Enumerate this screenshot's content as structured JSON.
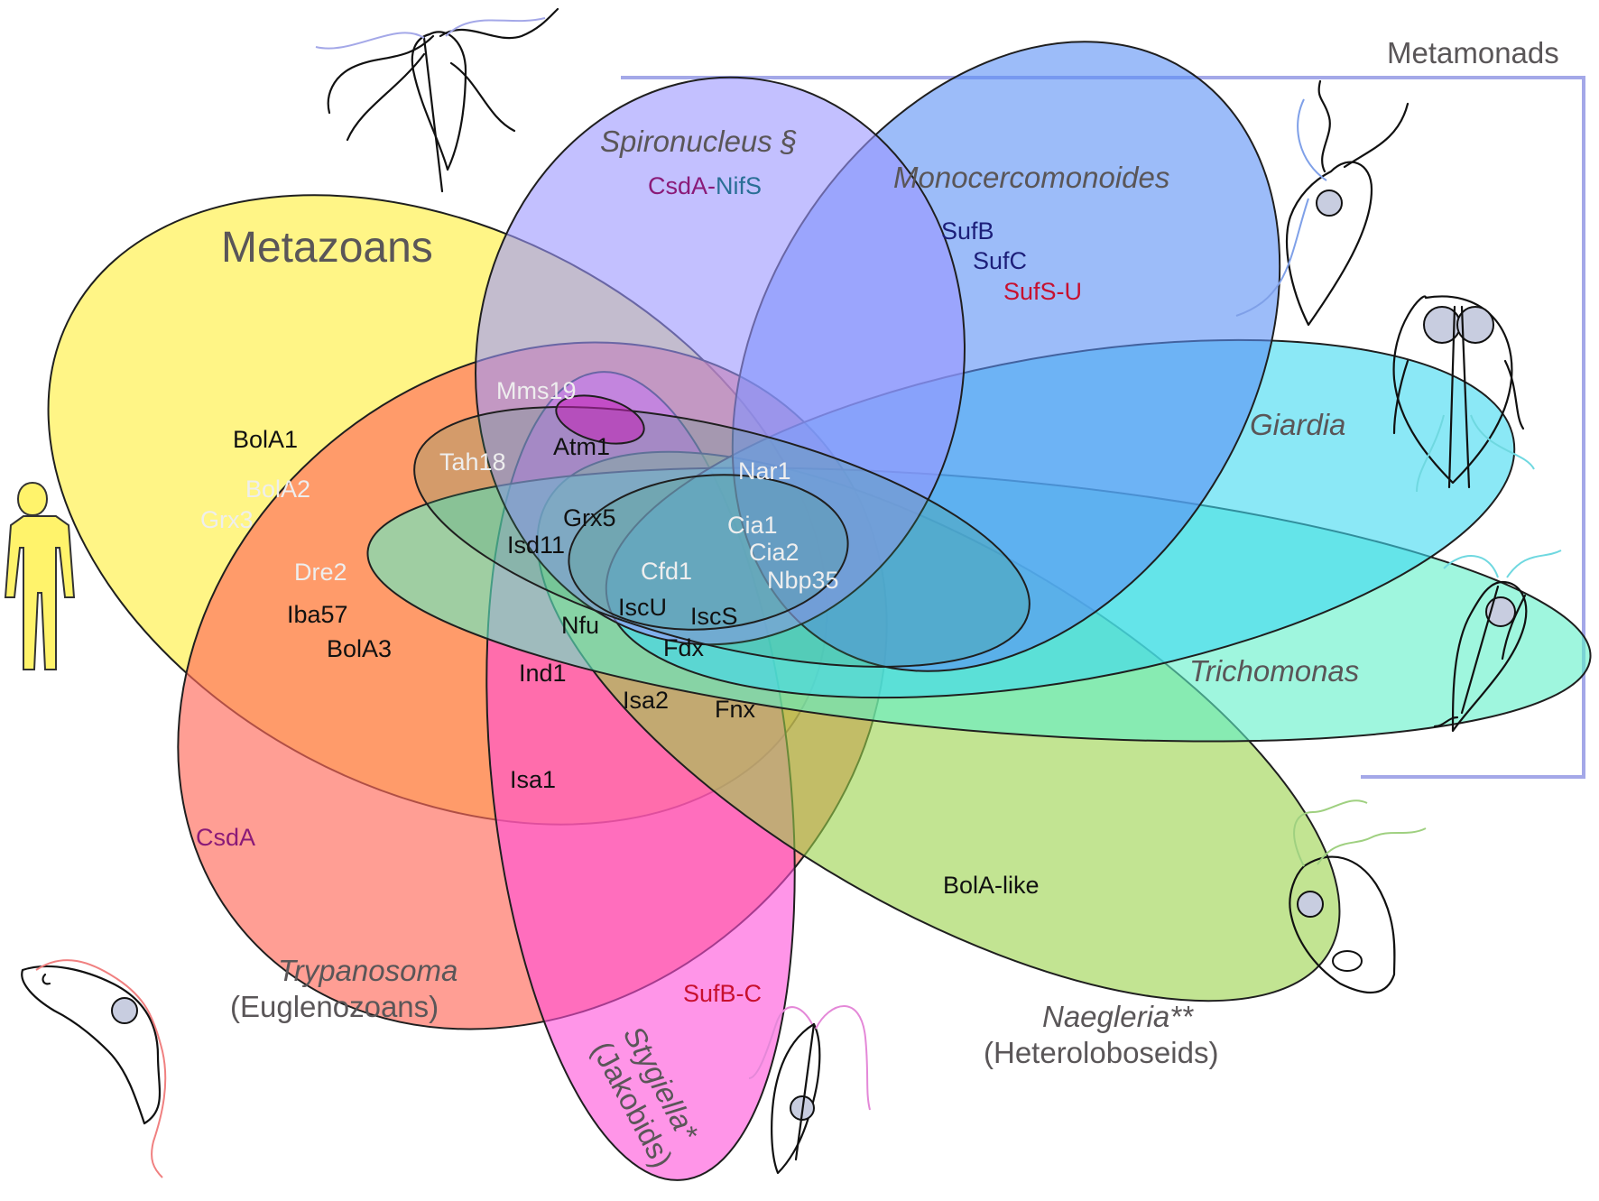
{
  "colors": {
    "metazoans": "#fff36b",
    "trypanosoma": "#ff6a5a",
    "stygiella": "#ff4fd8",
    "naegleria": "#9ad24a",
    "trichomonas": "#5ff0c8",
    "giardia": "#3ed8f0",
    "monocercomonoides": "#5a8ff5",
    "spironucleus": "#9b96ff",
    "core": "#3a9b6e",
    "gene_dark": "#111111",
    "gene_light": "#eeeeee",
    "gene_purple": "#8a1a78",
    "gene_red": "#c8102e",
    "gene_navy": "#1d1f7a",
    "gene_teal": "#2a6f96",
    "metamonads_bracket": "#a4a8e8"
  },
  "groups": {
    "metazoans": "Metazoans",
    "spironucleus": "Spironucleus §",
    "monocercomonoides": "Monocercomonoides",
    "giardia": "Giardia",
    "trichomonas": "Trichomonas",
    "trypanosoma_name": "Trypanosoma",
    "trypanosoma_clade": "(Euglenozoans)",
    "stygiella_name": "Stygiella*",
    "stygiella_clade": "(Jakobids)",
    "naegleria_name": "Naegleria**",
    "naegleria_clade": "(Heteroloboseids)",
    "metamonads": "Metamonads"
  },
  "genes": {
    "csda_part": "CsdA",
    "dash": "-",
    "nifs_part": "NifS",
    "sufb": "SufB",
    "sufc": "SufC",
    "sufs_u": "SufS-U",
    "mms19": "Mms19",
    "tah18": "Tah18",
    "atm1": "Atm1",
    "nar1": "Nar1",
    "bola1": "BolA1",
    "bola2": "BolA2",
    "grx3": "Grx3",
    "grx5": "Grx5",
    "isd11": "Isd11",
    "cia1": "Cia1",
    "cia2": "Cia2",
    "nbp35": "Nbp35",
    "cfd1": "Cfd1",
    "dre2": "Dre2",
    "iba57": "Iba57",
    "bola3": "BolA3",
    "iscu": "IscU",
    "iscs": "IscS",
    "nfu": "Nfu",
    "fdx": "Fdx",
    "ind1": "Ind1",
    "isa2": "Isa2",
    "fnx": "Fnx",
    "isa1": "Isa1",
    "csda": "CsdA",
    "bola_like": "BolA-like",
    "sufb_c": "SufB-C"
  }
}
